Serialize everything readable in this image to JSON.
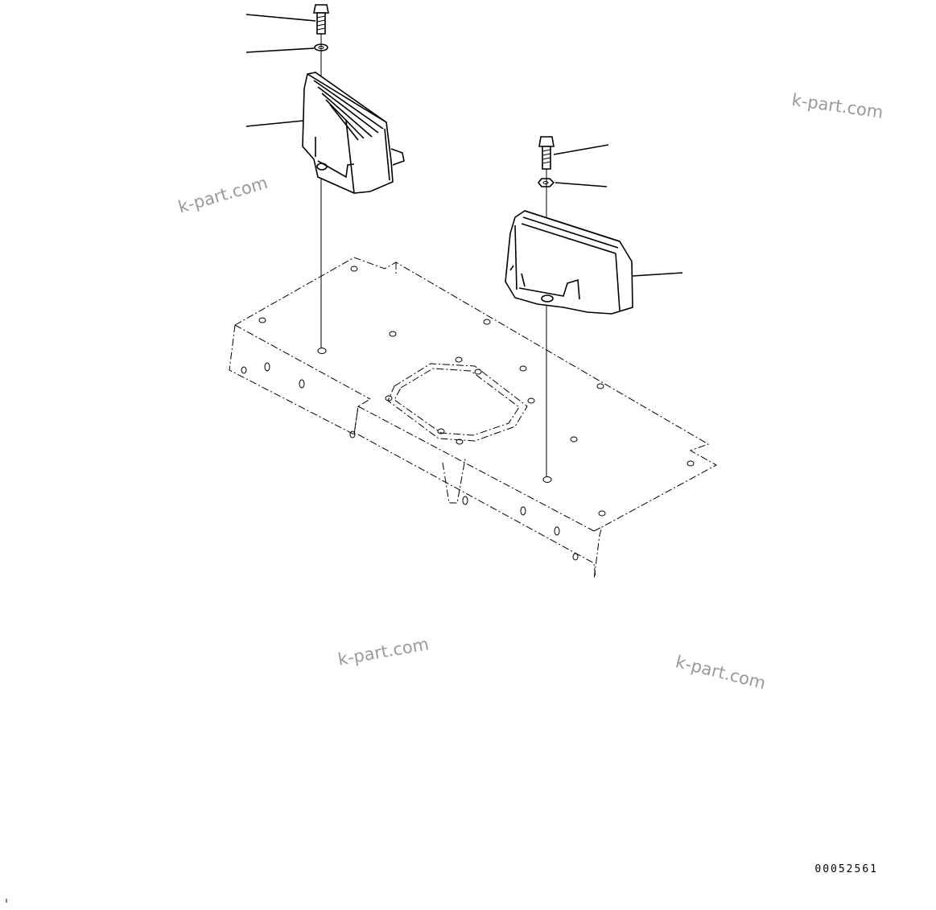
{
  "drawing": {
    "number": "00052561"
  },
  "watermarks": [
    {
      "text": "k-part.com"
    },
    {
      "text": "k-part.com"
    },
    {
      "text": "k-part.com"
    },
    {
      "text": "k-part.com"
    }
  ]
}
